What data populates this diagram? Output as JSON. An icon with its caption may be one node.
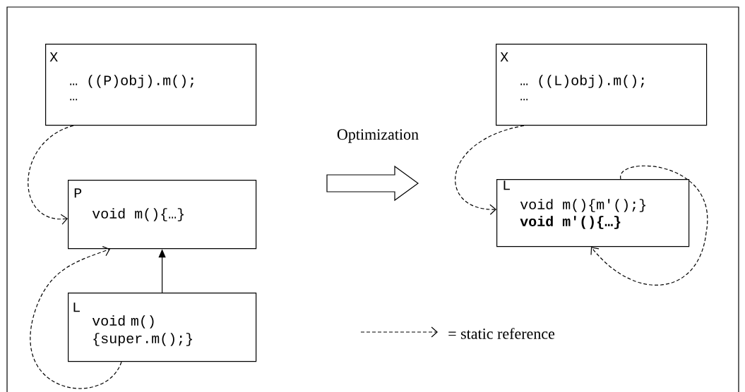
{
  "diagram": {
    "nodes": [
      {
        "text": [
          "X",
          "… ((P)obj).m();",
          "…"
        ]
      },
      {
        "text": [
          "P",
          "void m(){…}"
        ]
      },
      {
        "text": [
          "L",
          "void m() {super.m();}"
        ]
      },
      {
        "text": [
          "X",
          "… ((L)obj).m();",
          "…"
        ]
      },
      {
        "text": [
          "L",
          "void m(){m'();}",
          "void m'(){…}"
        ]
      }
    ],
    "edges": [
      {
        "from": 0,
        "to": 1,
        "arrow": "to",
        "style": "dashed"
      },
      {
        "from": 2,
        "to": 1,
        "arrow": "to",
        "style": "dashed"
      },
      {
        "from": 2,
        "to": 1,
        "arrow": "to"
      },
      {
        "from": 3,
        "to": 4,
        "arrow": "to",
        "style": "dashed"
      },
      {
        "from": 4,
        "to": 4,
        "arrow": "to",
        "style": "dashed"
      }
    ],
    "labels": [
      "Optimization"
    ],
    "legend": [
      {
        "text": "= static reference"
      }
    ]
  }
}
